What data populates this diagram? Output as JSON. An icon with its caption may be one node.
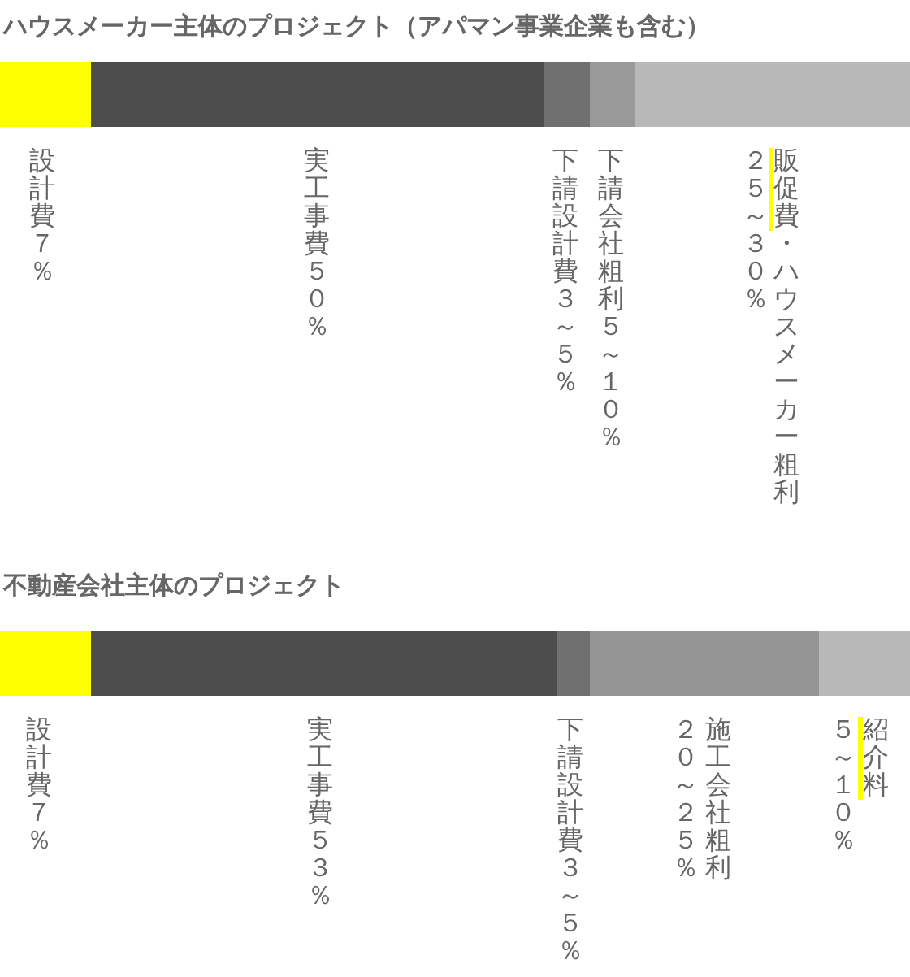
{
  "diagram": {
    "labels": [
      "ハウスメーカー主体のプロジェクト（アパマン事業企業も含む）",
      "設計費７％",
      "実工事費５０％",
      "下請設計費３～５％",
      "下請会社粗利５～１０％",
      "２５～３０％",
      "販促費・ハウスメーカー粗利",
      "不動産会社主体のプロジェクト",
      "設計費７％",
      "実工事費５３％",
      "下請設計費３～５％",
      "２０～２５％",
      "施工会社粗利",
      "５～１０％",
      "紹介料"
    ]
  }
}
